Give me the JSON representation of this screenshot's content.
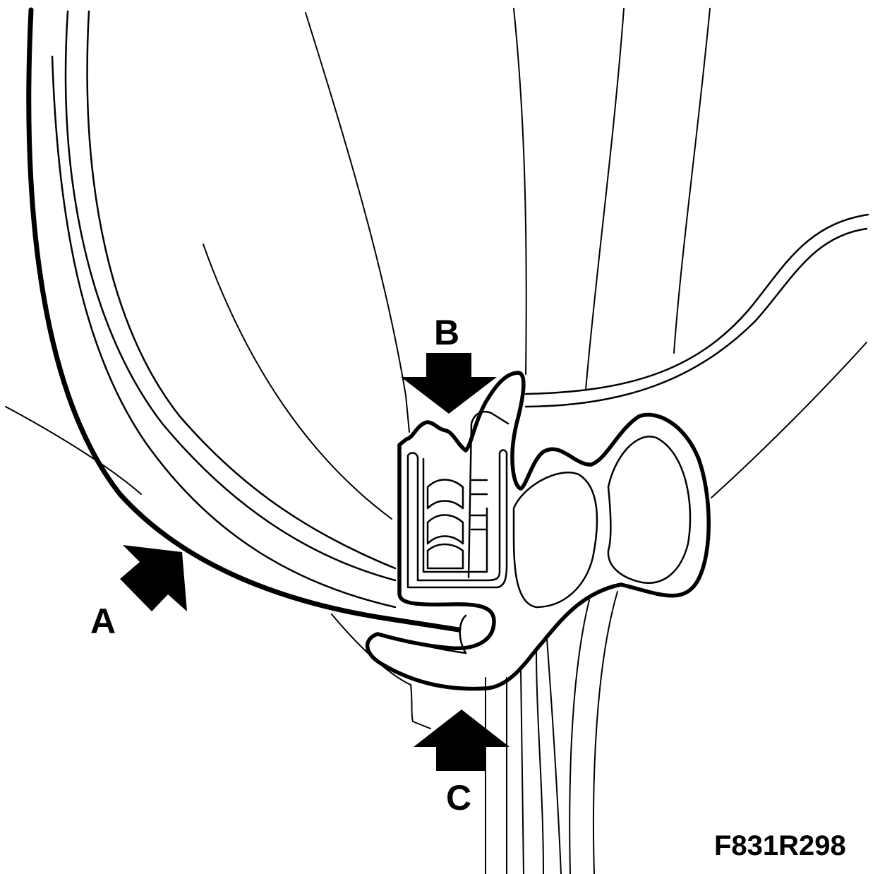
{
  "labels": {
    "a": "A",
    "b": "B",
    "c": "C"
  },
  "figure_code": "F831R298",
  "colors": {
    "line": "#000000",
    "background": "#ffffff"
  }
}
